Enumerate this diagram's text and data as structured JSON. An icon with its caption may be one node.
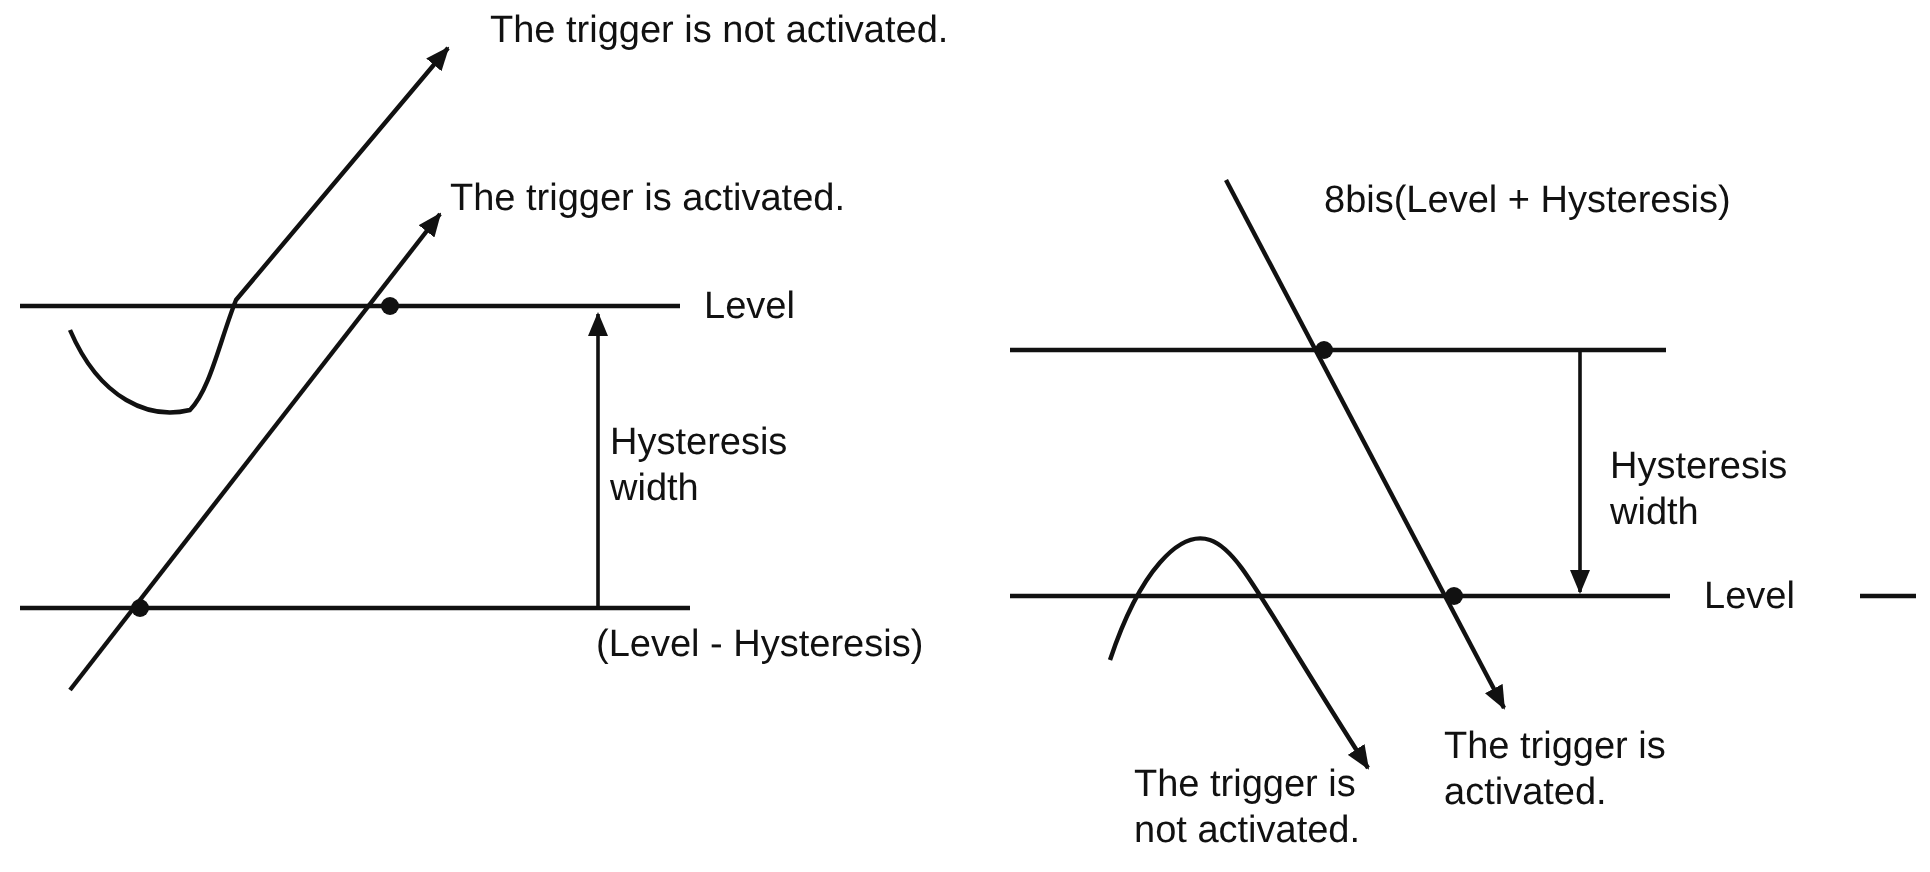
{
  "diagram": {
    "labels": [
      "The trigger is not activated.",
      "The trigger is activated.",
      "Level",
      "Hysteresis width",
      "(Level - Hysteresis)",
      "8bis(Level + Hysteresis)",
      "Hysteresis width",
      "Level",
      "The trigger is not activated.",
      "The trigger is activated."
    ]
  }
}
